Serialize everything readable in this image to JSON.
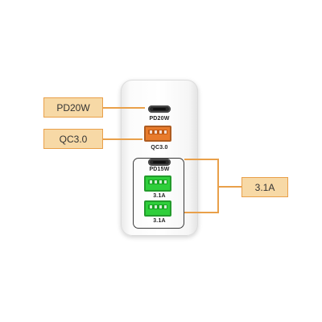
{
  "callouts": {
    "pd20w": "PD20W",
    "qc30": "QC3.0",
    "amp": "3.1A"
  },
  "ports": {
    "pd20w": "PD20W",
    "qc30": "QC3.0",
    "pd15w": "PD15W",
    "usb1": "3.1A",
    "usb2": "3.1A"
  },
  "colors": {
    "callout_fill": "#f7d9a6",
    "callout_border": "#e9a04a",
    "qc_port": "#e87b2c",
    "fast_port": "#2fcf3b"
  }
}
